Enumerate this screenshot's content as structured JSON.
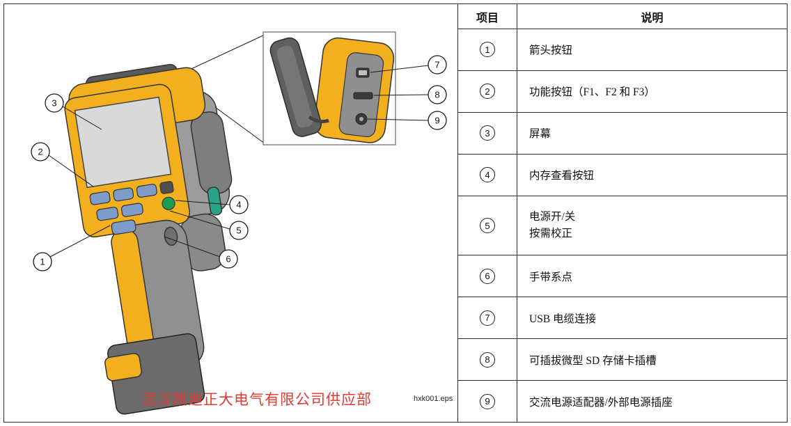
{
  "table": {
    "header": {
      "item": "项目",
      "description": "说明"
    },
    "rows": [
      {
        "num": "1",
        "desc": "箭头按钮"
      },
      {
        "num": "2",
        "desc": "功能按钮（F1、F2 和 F3）"
      },
      {
        "num": "3",
        "desc": "屏幕"
      },
      {
        "num": "4",
        "desc": "内存查看按钮"
      },
      {
        "num": "5",
        "desc": "电源开/关",
        "desc2": "按需校正"
      },
      {
        "num": "6",
        "desc": "手带系点"
      },
      {
        "num": "7",
        "desc": "USB 电缆连接"
      },
      {
        "num": "8",
        "desc": "可插拔微型 SD 存储卡插槽"
      },
      {
        "num": "9",
        "desc": "交流电源适配器/外部电源插座"
      }
    ]
  },
  "diagram": {
    "callouts": [
      "1",
      "2",
      "3",
      "4",
      "5",
      "6",
      "7",
      "8",
      "9"
    ],
    "watermark": "武汉凯迪正大电气有限公司供应部",
    "figure_id": "hxk001.eps",
    "colors": {
      "body_yellow": "#F2AF1E",
      "grip_gray": "#909090",
      "screen_gray": "#D9D9D9",
      "button_blue": "#7E9CC9",
      "power_green": "#1E9E50",
      "watermark_red": "#E03C31"
    }
  }
}
